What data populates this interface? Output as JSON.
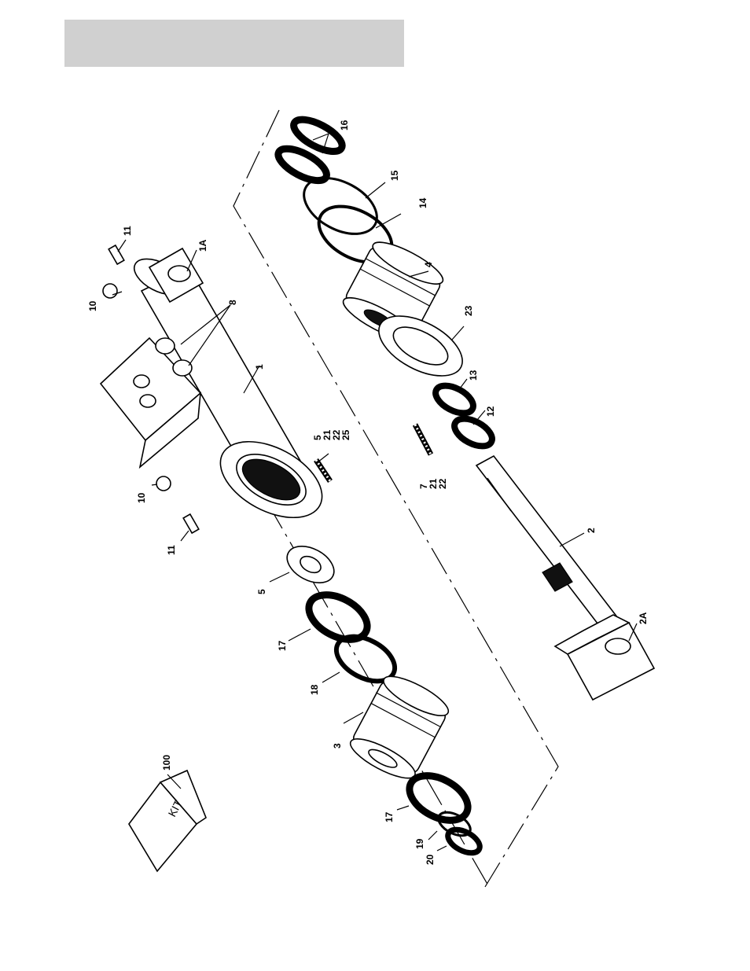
{
  "header": {
    "title": ""
  },
  "diagram": {
    "kit_label": "KIT",
    "callouts": {
      "c100": "100",
      "c1": "1",
      "c1a": "1A",
      "c2": "2",
      "c2a": "2A",
      "c3": "3",
      "c4": "4",
      "c5_nut": "5",
      "c5_bolt": "5",
      "c21_bolt": "21",
      "c22_bolt": "22",
      "c25_bolt": "25",
      "c7": "7",
      "c21_screw": "21",
      "c22_screw": "22",
      "c8": "8",
      "c10_top": "10",
      "c10_mid": "10",
      "c11_top": "11",
      "c11_mid": "11",
      "c12": "12",
      "c13": "13",
      "c14": "14",
      "c15": "15",
      "c16": "16",
      "c17_top": "17",
      "c17_bot": "17",
      "c18": "18",
      "c19": "19",
      "c20": "20",
      "c23": "23"
    }
  }
}
